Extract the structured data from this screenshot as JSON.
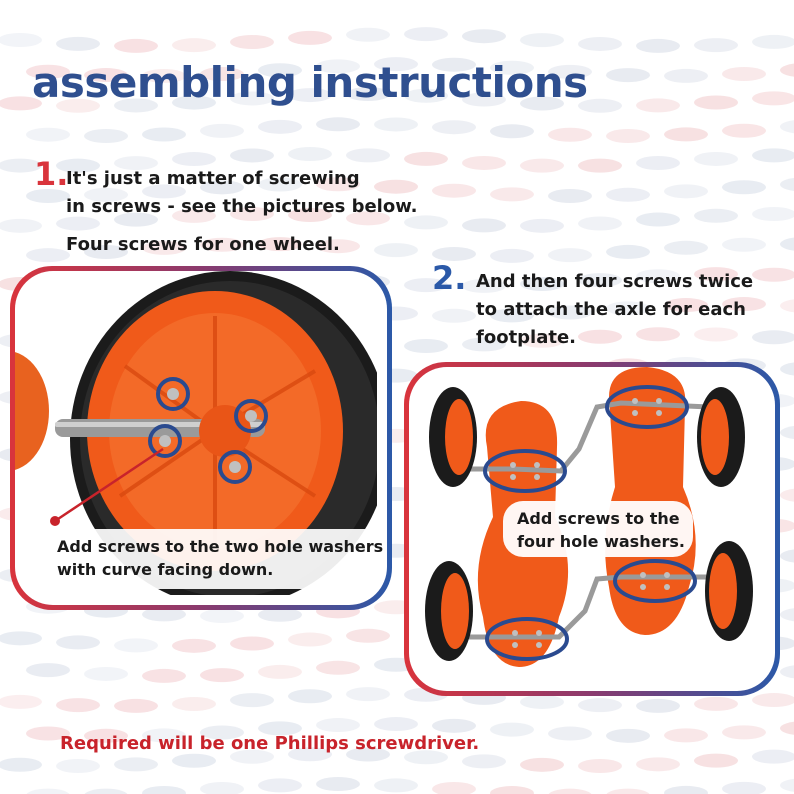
{
  "title": "assembling instructions",
  "step1": {
    "number": "1.",
    "line1": "It's just a matter of screwing",
    "line2": "in screws - see the pictures below.",
    "note": "Four screws for one wheel."
  },
  "step2": {
    "number": "2.",
    "line1": "And then four screws twice",
    "line2": "to attach the axle for each",
    "line3": "footplate."
  },
  "panel1": {
    "caption_line1": "Add screws to the two hole washers",
    "caption_line2": "with curve facing down."
  },
  "panel2": {
    "caption_line1": "Add screws to the",
    "caption_line2": "four hole washers."
  },
  "footer": "Required will be one Phillips screwdriver.",
  "colors": {
    "title_blue": "#2f4f8f",
    "step1_red": "#d9343c",
    "step2_blue": "#2b59a8",
    "footer_red": "#c8232b",
    "orange": "#f05a1a",
    "highlight_ring": "#2a4a8f"
  }
}
